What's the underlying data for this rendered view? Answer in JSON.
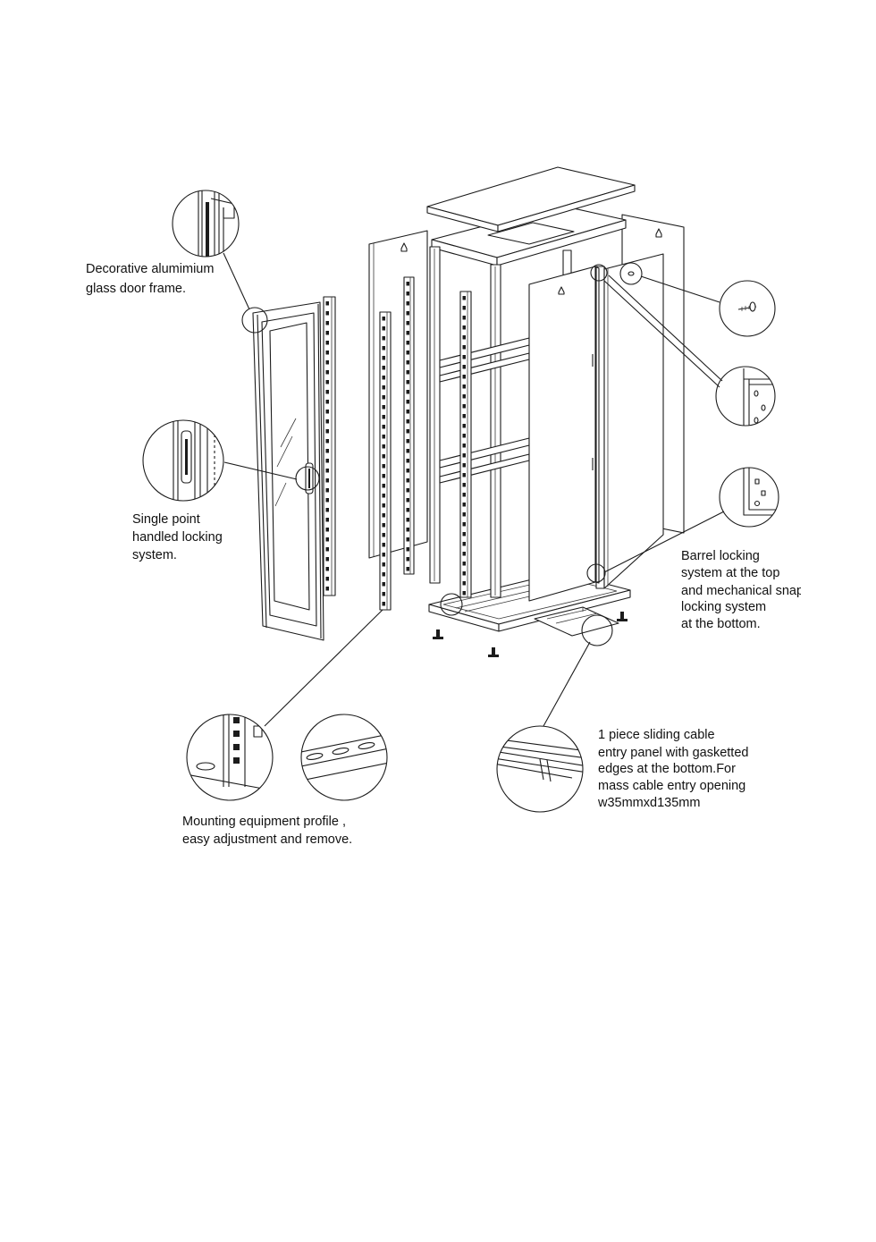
{
  "callouts": {
    "door_frame": [
      "Decorative alumimium",
      "glass door frame."
    ],
    "locking": [
      "Single point",
      "handled locking",
      "system."
    ],
    "barrel": [
      "Barrel locking",
      "system at the top",
      "and mechanical snap",
      "locking system",
      "at the bottom."
    ],
    "cable_entry": [
      "1 piece sliding cable",
      "entry panel with gasketted",
      "edges at the bottom.For",
      "mass cable entry opening",
      "w35mmxd135mm"
    ],
    "mounting": [
      "Mounting equipment profile ,",
      "easy adjustment and remove."
    ]
  }
}
